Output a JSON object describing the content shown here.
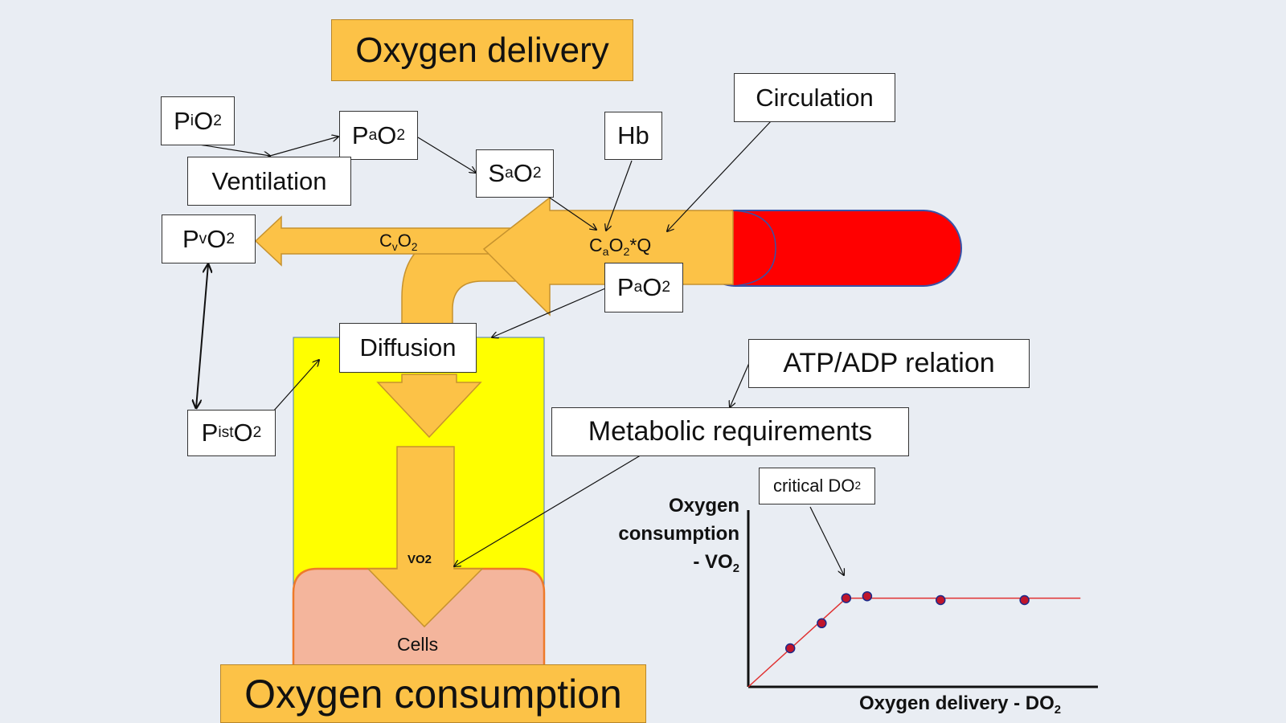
{
  "title_delivery": "Oxygen delivery",
  "title_consumption": "Oxygen consumption",
  "nodes": {
    "pio2": {
      "main": "P",
      "sub1": "i",
      "mid": "O",
      "sub2": "2"
    },
    "pao2_top": {
      "main": "P",
      "sub1": "a",
      "mid": "O",
      "sub2": "2"
    },
    "sao2": {
      "main": "S",
      "sub1": "a",
      "mid": "O",
      "sub2": "2"
    },
    "ventilation": "Ventilation",
    "hb": "Hb",
    "circulation": "Circulation",
    "pvo2": {
      "main": "P",
      "sub1": "v",
      "mid": "O",
      "sub2": "2"
    },
    "pao2_mid": {
      "main": "P",
      "sub1": "a",
      "mid": "O",
      "sub2": "2"
    },
    "diffusion": "Diffusion",
    "pisto2": {
      "main": "P",
      "sub1": "ist",
      "mid": "O",
      "sub2": "2"
    },
    "atp_adp": "ATP/ADP relation",
    "metabolic": "Metabolic requirements"
  },
  "arrow_labels": {
    "cvo2": {
      "main": "C",
      "sub1": "v",
      "mid": "O",
      "sub2": "2"
    },
    "cao2q": {
      "main": "C",
      "sub1": "a",
      "mid": "O",
      "sub2": "2",
      "tail": "*Q"
    },
    "vo2": "VO2",
    "cells": "Cells"
  },
  "chart_data": {
    "type": "scatter",
    "title": "",
    "ylabel_lines": [
      "Oxygen",
      "consumption",
      "- VO",
      "2"
    ],
    "xlabel_parts": [
      "Oxygen delivery - ",
      "DO",
      "2"
    ],
    "annotation": {
      "main": "critical DO",
      "sub": "2"
    },
    "ylim": [
      0,
      10
    ],
    "xlim": [
      0,
      10
    ],
    "points": [
      {
        "x": 1.2,
        "y": 2.0
      },
      {
        "x": 2.1,
        "y": 3.3
      },
      {
        "x": 2.8,
        "y": 4.6
      },
      {
        "x": 3.4,
        "y": 4.7
      },
      {
        "x": 5.5,
        "y": 4.5
      },
      {
        "x": 7.9,
        "y": 4.5
      }
    ],
    "fit_line": [
      {
        "x": 0,
        "y": 0
      },
      {
        "x": 2.8,
        "y": 4.6
      },
      {
        "x": 9.5,
        "y": 4.6
      }
    ],
    "colors": {
      "points": "#c0152b",
      "point_edge": "#1b2a8a",
      "line": "#e03030",
      "axes": "#111111"
    }
  },
  "colors": {
    "background": "#e9edf3",
    "orange": "#fcc247",
    "red_vessel": "#ff0000",
    "yellow_tissue": "#ffff00",
    "cells_pink": "#f4b59c"
  }
}
